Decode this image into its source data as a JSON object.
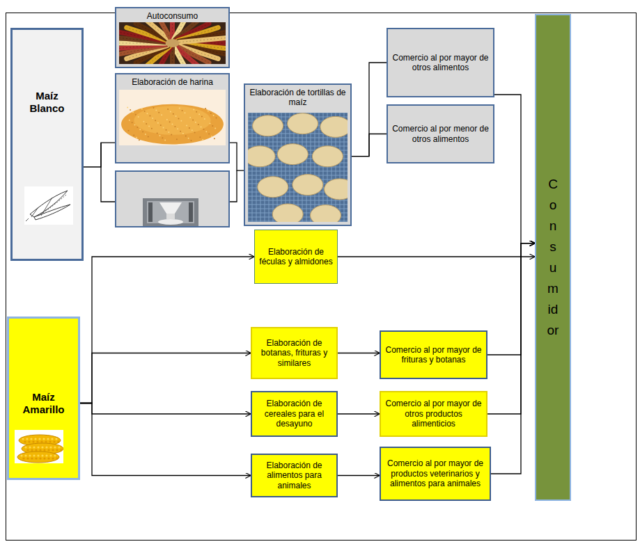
{
  "diagram": {
    "nodes": [
      {
        "text": [
          "Maíz Blanco"
        ]
      },
      {
        "text": [
          "Autoconsumo"
        ]
      },
      {
        "text": [
          "Elaboración de harina"
        ]
      },
      {
        "text": [
          "Elaboración de tortillas de maíz"
        ]
      },
      {
        "text": [
          "Comercio al por mayor de otros alimentos"
        ]
      },
      {
        "text": [
          "Comercio al por menor de otros alimentos"
        ]
      },
      {
        "text": [
          "Consumidor"
        ]
      },
      {
        "text": [
          "Maíz Amarillo"
        ]
      },
      {
        "text": [
          "Elaboración de féculas y almidones"
        ]
      },
      {
        "text": [
          "Elaboración de botanas, frituras y similares"
        ]
      },
      {
        "text": [
          "Comercio al por mayor de frituras y botanas"
        ]
      },
      {
        "text": [
          "Elaboración de cereales para el desayuno"
        ]
      },
      {
        "text": [
          "Comercio al por mayor de otros productos alimenticios"
        ]
      },
      {
        "text": [
          "Elaboración de alimentos para animales"
        ]
      },
      {
        "text": [
          "Comercio al por mayor de productos veterinarios y alimentos para animales"
        ]
      }
    ],
    "edges": [
      {
        "from": 0,
        "to": 2,
        "arrow": "none"
      },
      {
        "from": 2,
        "to": 3,
        "arrow": "none"
      },
      {
        "from": 3,
        "to": 4,
        "arrow": "none"
      },
      {
        "from": 3,
        "to": 5,
        "arrow": "none"
      },
      {
        "from": 4,
        "to": 6,
        "arrow": "to"
      },
      {
        "from": 8,
        "to": 6,
        "arrow": "to"
      },
      {
        "from": 10,
        "to": 6,
        "arrow": "to"
      },
      {
        "from": 12,
        "to": 6,
        "arrow": "to"
      },
      {
        "from": 14,
        "to": 6,
        "arrow": "to"
      },
      {
        "from": 7,
        "to": 8,
        "arrow": "to"
      },
      {
        "from": 7,
        "to": 9,
        "arrow": "to"
      },
      {
        "from": 7,
        "to": 11,
        "arrow": "to"
      },
      {
        "from": 7,
        "to": 13,
        "arrow": "to"
      },
      {
        "from": 9,
        "to": 10,
        "arrow": "to"
      },
      {
        "from": 11,
        "to": 12,
        "arrow": "to"
      },
      {
        "from": 13,
        "to": 14,
        "arrow": "to"
      }
    ]
  }
}
